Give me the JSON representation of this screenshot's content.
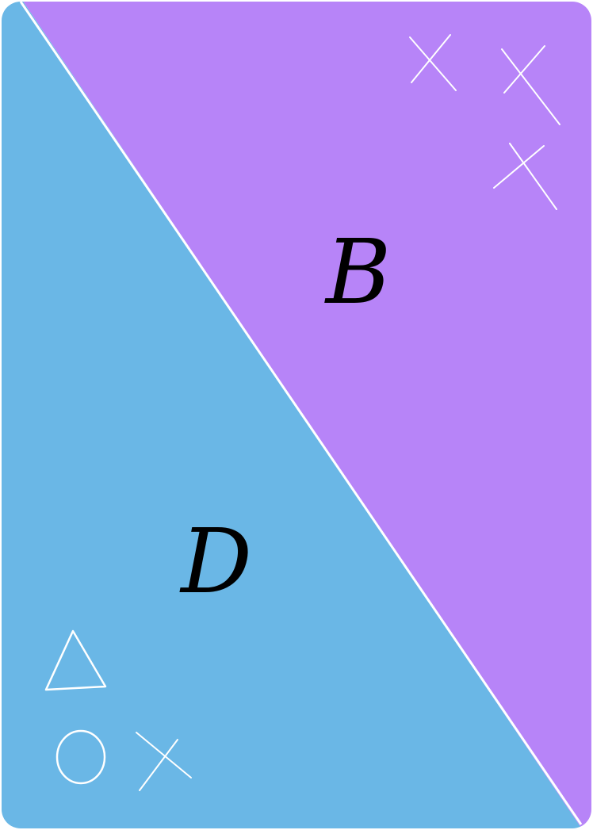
{
  "card": {
    "regions": [
      {
        "id": "top-right",
        "letter": "B",
        "color": "#B784F8",
        "marks": [
          "cross",
          "cross",
          "cross"
        ]
      },
      {
        "id": "bottom-left",
        "letter": "D",
        "color": "#6AB7E6",
        "marks": [
          "triangle",
          "circle",
          "cross"
        ]
      }
    ],
    "divider_color": "#FFFFFF",
    "mark_color": "#FFFFFF",
    "letter_color": "#000000"
  }
}
